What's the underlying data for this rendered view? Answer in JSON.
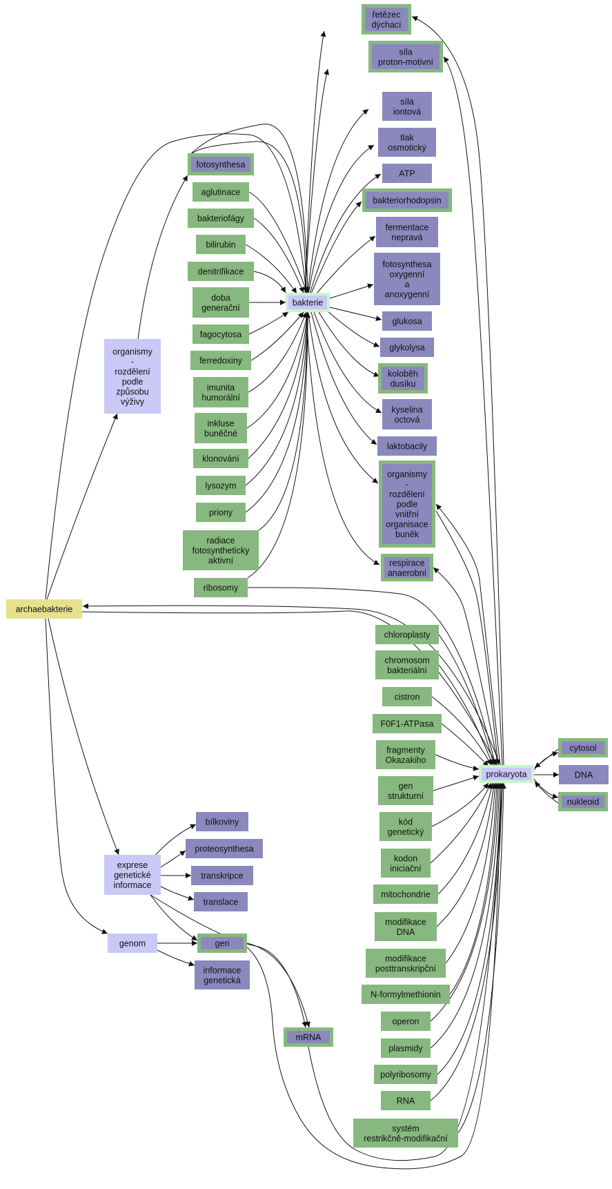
{
  "colors": {
    "green": "#87b87f",
    "purple": "#8a88bd",
    "lavender": "#c9c8f7",
    "yellow": "#e6e28c",
    "center_ring": "#c8f7c8",
    "edge": "#111111"
  },
  "nodes": [
    {
      "id": "retezec",
      "lines": [
        "řetězec",
        "dýchací"
      ],
      "style": "purple-ring"
    },
    {
      "id": "sila_pm",
      "lines": [
        "síla",
        "proton-motivní"
      ],
      "style": "purple-ring"
    },
    {
      "id": "sila_ion",
      "lines": [
        "síla",
        "iontová"
      ],
      "style": "purple"
    },
    {
      "id": "tlak",
      "lines": [
        "tlak",
        "osmotický"
      ],
      "style": "purple"
    },
    {
      "id": "atp",
      "lines": [
        "ATP"
      ],
      "style": "purple"
    },
    {
      "id": "bakteriorh",
      "lines": [
        "bakteriorhodopsin"
      ],
      "style": "purple-ring"
    },
    {
      "id": "ferm",
      "lines": [
        "fermentace",
        "nepravá"
      ],
      "style": "purple"
    },
    {
      "id": "fotooxy",
      "lines": [
        "fotosynthesa",
        "oxygenní",
        "a",
        "anoxygenní"
      ],
      "style": "purple"
    },
    {
      "id": "glukosa",
      "lines": [
        "glukosa"
      ],
      "style": "purple"
    },
    {
      "id": "glykolysa",
      "lines": [
        "glykolysa"
      ],
      "style": "purple"
    },
    {
      "id": "kolobeh",
      "lines": [
        "koloběh",
        "dusíku"
      ],
      "style": "purple-ring"
    },
    {
      "id": "kyselina",
      "lines": [
        "kyselina",
        "octová"
      ],
      "style": "purple"
    },
    {
      "id": "laktobacily",
      "lines": [
        "laktobacily"
      ],
      "style": "purple"
    },
    {
      "id": "org_vnitrni",
      "lines": [
        "organismy",
        "-",
        "rozdělení",
        "podle",
        "vnitřní",
        "organisace",
        "buněk"
      ],
      "style": "purple-ring"
    },
    {
      "id": "respirace",
      "lines": [
        "respirace",
        "anaerobní"
      ],
      "style": "purple-ring"
    },
    {
      "id": "fotosynthesa",
      "lines": [
        "fotosynthesa"
      ],
      "style": "purple-ring"
    },
    {
      "id": "aglutinace",
      "lines": [
        "aglutinace"
      ],
      "style": "green"
    },
    {
      "id": "bakteriofagy",
      "lines": [
        "bakteriofágy"
      ],
      "style": "green"
    },
    {
      "id": "bilirubin",
      "lines": [
        "bilirubin"
      ],
      "style": "green"
    },
    {
      "id": "denitrifikace",
      "lines": [
        "denitrifikace"
      ],
      "style": "green"
    },
    {
      "id": "doba",
      "lines": [
        "doba",
        "generační"
      ],
      "style": "green"
    },
    {
      "id": "fagocytosa",
      "lines": [
        "fagocytosa"
      ],
      "style": "green"
    },
    {
      "id": "ferredoxiny",
      "lines": [
        "ferredoxiny"
      ],
      "style": "green"
    },
    {
      "id": "imunita",
      "lines": [
        "imunita",
        "humorální"
      ],
      "style": "green"
    },
    {
      "id": "inkluse",
      "lines": [
        "inkluse",
        "buněčné"
      ],
      "style": "green"
    },
    {
      "id": "klonovani",
      "lines": [
        "klonování"
      ],
      "style": "green"
    },
    {
      "id": "lysozym",
      "lines": [
        "lysozym"
      ],
      "style": "green"
    },
    {
      "id": "priony",
      "lines": [
        "priony"
      ],
      "style": "green"
    },
    {
      "id": "radiace",
      "lines": [
        "radiace",
        "fotosyntheticky",
        "aktivní"
      ],
      "style": "green"
    },
    {
      "id": "ribosomy",
      "lines": [
        "ribosomy"
      ],
      "style": "green"
    },
    {
      "id": "bakterie",
      "lines": [
        "bakterie"
      ],
      "style": "center"
    },
    {
      "id": "org_vyziva",
      "lines": [
        "organismy",
        "-",
        "rozdělení",
        "podle",
        "způsobu",
        "výživy"
      ],
      "style": "lavender"
    },
    {
      "id": "archaebakterie",
      "lines": [
        "archaebakterie"
      ],
      "style": "yellow"
    },
    {
      "id": "chloroplasty",
      "lines": [
        "chloroplasty"
      ],
      "style": "green"
    },
    {
      "id": "chromosom",
      "lines": [
        "chromosom",
        "bakteriální"
      ],
      "style": "green"
    },
    {
      "id": "cistron",
      "lines": [
        "cistron"
      ],
      "style": "green"
    },
    {
      "id": "f0f1",
      "lines": [
        "F0F1-ATPasa"
      ],
      "style": "green"
    },
    {
      "id": "fragmenty",
      "lines": [
        "fragmenty",
        "Okazakiho"
      ],
      "style": "green"
    },
    {
      "id": "gen_strukt",
      "lines": [
        "gen",
        "strukturní"
      ],
      "style": "green"
    },
    {
      "id": "kod",
      "lines": [
        "kód",
        "genetický"
      ],
      "style": "green"
    },
    {
      "id": "kodon",
      "lines": [
        "kodon",
        "iniciační"
      ],
      "style": "green"
    },
    {
      "id": "mitochondrie",
      "lines": [
        "mitochondrie"
      ],
      "style": "green"
    },
    {
      "id": "modifikace_dna",
      "lines": [
        "modifikace",
        "DNA"
      ],
      "style": "green"
    },
    {
      "id": "modifikace_post",
      "lines": [
        "modifikace",
        "posttranskripční"
      ],
      "style": "green"
    },
    {
      "id": "nformyl",
      "lines": [
        "N-formylmethionin"
      ],
      "style": "green"
    },
    {
      "id": "operon",
      "lines": [
        "operon"
      ],
      "style": "green"
    },
    {
      "id": "plasmidy",
      "lines": [
        "plasmidy"
      ],
      "style": "green"
    },
    {
      "id": "polyribosomy",
      "lines": [
        "polyribosomy"
      ],
      "style": "green"
    },
    {
      "id": "rna",
      "lines": [
        "RNA"
      ],
      "style": "green"
    },
    {
      "id": "system",
      "lines": [
        "systém",
        "restrikčně-modifikační"
      ],
      "style": "green"
    },
    {
      "id": "prokaryota",
      "lines": [
        "prokaryota"
      ],
      "style": "center"
    },
    {
      "id": "cytosol",
      "lines": [
        "cytosol"
      ],
      "style": "purple-ring"
    },
    {
      "id": "dna",
      "lines": [
        "DNA"
      ],
      "style": "purple"
    },
    {
      "id": "nukleoid",
      "lines": [
        "nukleoid"
      ],
      "style": "purple-ring"
    },
    {
      "id": "exprese",
      "lines": [
        "exprese",
        "genetické",
        "informace"
      ],
      "style": "lavender"
    },
    {
      "id": "bilkoviny",
      "lines": [
        "bílkoviny"
      ],
      "style": "purple"
    },
    {
      "id": "proteosynthesa",
      "lines": [
        "proteosynthesa"
      ],
      "style": "purple"
    },
    {
      "id": "transkripce",
      "lines": [
        "transkripce"
      ],
      "style": "purple"
    },
    {
      "id": "translace",
      "lines": [
        "translace"
      ],
      "style": "purple"
    },
    {
      "id": "genom",
      "lines": [
        "genom"
      ],
      "style": "lavender"
    },
    {
      "id": "gen",
      "lines": [
        "gen"
      ],
      "style": "purple-ring"
    },
    {
      "id": "informace",
      "lines": [
        "informace",
        "genetická"
      ],
      "style": "purple"
    },
    {
      "id": "mrna",
      "lines": [
        "mRNA"
      ],
      "style": "purple-ring"
    }
  ]
}
